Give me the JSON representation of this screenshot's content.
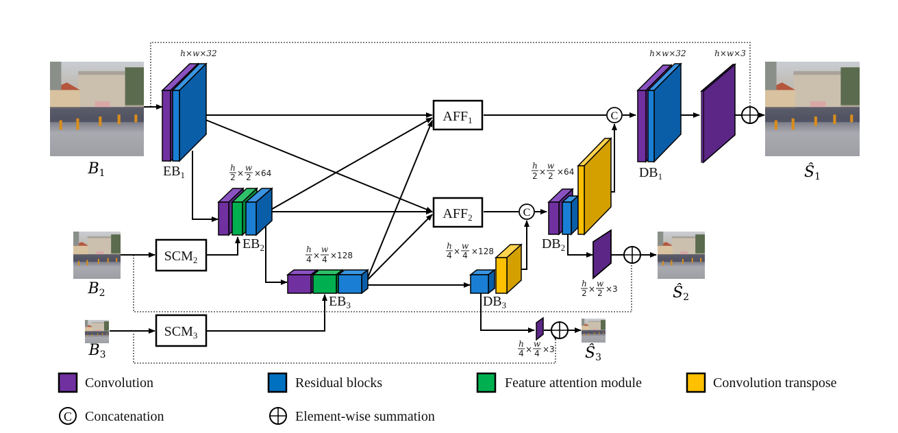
{
  "title": "Multi-input multi-output U-Net architecture diagram",
  "colors": {
    "convolution": "#7030a0",
    "residual": "#0070c0",
    "feature_attention": "#00b050",
    "conv_transpose": "#ffc000"
  },
  "inputs": [
    {
      "id": "B1",
      "letter": "B",
      "sub": "1"
    },
    {
      "id": "B2",
      "letter": "B",
      "sub": "2"
    },
    {
      "id": "B3",
      "letter": "B",
      "sub": "3"
    }
  ],
  "outputs": [
    {
      "id": "S1",
      "letter": "Ŝ",
      "sub": "1"
    },
    {
      "id": "S2",
      "letter": "Ŝ",
      "sub": "2"
    },
    {
      "id": "S3",
      "letter": "Ŝ",
      "sub": "3"
    }
  ],
  "blocks": {
    "eb1": {
      "name": "EB",
      "sub": "1",
      "dim": "h×w×32"
    },
    "eb2": {
      "name": "EB",
      "sub": "2",
      "dim_a": "h",
      "dim_b": "w",
      "den": "2",
      "ch": "×64"
    },
    "eb3": {
      "name": "EB",
      "sub": "3",
      "dim_a": "h",
      "dim_b": "w",
      "den": "4",
      "ch": "×128"
    },
    "db1": {
      "name": "DB",
      "sub": "1",
      "dim": "h×w×32"
    },
    "db2": {
      "name": "DB",
      "sub": "2",
      "dim_a": "h",
      "dim_b": "w",
      "den": "2",
      "ch": "×64"
    },
    "db3": {
      "name": "DB",
      "sub": "3",
      "dim_a": "h",
      "dim_b": "w",
      "den": "4",
      "ch": "×128"
    },
    "out1": {
      "dim": "h×w×3"
    },
    "out2": {
      "dim_a": "h",
      "dim_b": "w",
      "den": "2",
      "ch": "×3"
    },
    "out3": {
      "dim_a": "h",
      "dim_b": "w",
      "den": "4",
      "ch": "×3"
    },
    "aff1": {
      "name": "AFF",
      "sub": "1"
    },
    "aff2": {
      "name": "AFF",
      "sub": "2"
    },
    "scm2": {
      "name": "SCM",
      "sub": "2"
    },
    "scm3": {
      "name": "SCM",
      "sub": "3"
    }
  },
  "symbols": {
    "concat": "C",
    "times": "×"
  },
  "legend": [
    {
      "label": "Convolution",
      "kind": "swatch",
      "color": "#7030a0"
    },
    {
      "label": "Residual blocks",
      "kind": "swatch",
      "color": "#0070c0"
    },
    {
      "label": "Feature attention module",
      "kind": "swatch",
      "color": "#00b050"
    },
    {
      "label": "Convolution transpose",
      "kind": "swatch",
      "color": "#ffc000"
    },
    {
      "label": "Concatenation",
      "kind": "concat-icon"
    },
    {
      "label": "Element-wise summation",
      "kind": "sum-icon"
    }
  ]
}
